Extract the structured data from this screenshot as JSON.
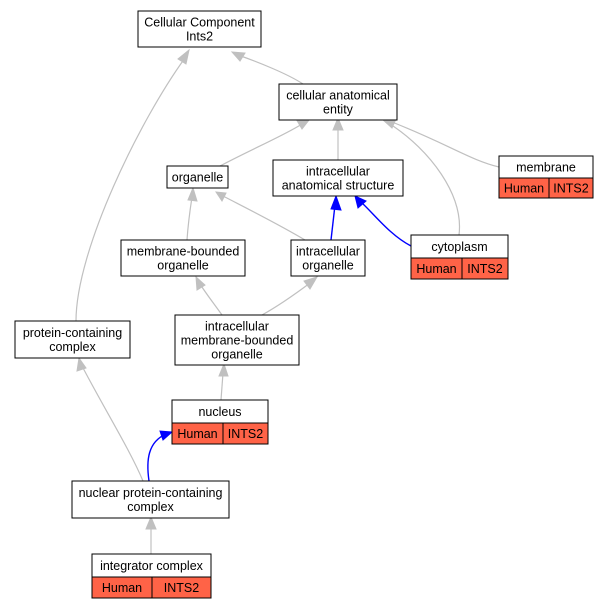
{
  "nodes": {
    "cc_root": {
      "lines": [
        "Cellular Component",
        "Ints2"
      ]
    },
    "cae": {
      "lines": [
        "cellular anatomical",
        "entity"
      ]
    },
    "membrane": {
      "lines": [
        "membrane"
      ],
      "annotation": {
        "species": "Human",
        "gene": "INTS2"
      }
    },
    "organelle": {
      "lines": [
        "organelle"
      ]
    },
    "ias": {
      "lines": [
        "intracellular",
        "anatomical structure"
      ]
    },
    "mbo": {
      "lines": [
        "membrane-bounded",
        "organelle"
      ]
    },
    "io": {
      "lines": [
        "intracellular",
        "organelle"
      ]
    },
    "cytoplasm": {
      "lines": [
        "cytoplasm"
      ],
      "annotation": {
        "species": "Human",
        "gene": "INTS2"
      }
    },
    "pcc": {
      "lines": [
        "protein-containing",
        "complex"
      ]
    },
    "imbo": {
      "lines": [
        "intracellular",
        "membrane-bounded",
        "organelle"
      ]
    },
    "nucleus": {
      "lines": [
        "nucleus"
      ],
      "annotation": {
        "species": "Human",
        "gene": "INTS2"
      }
    },
    "npcc": {
      "lines": [
        "nuclear protein-containing",
        "complex"
      ]
    },
    "integrator": {
      "lines": [
        "integrator complex"
      ],
      "annotation": {
        "species": "Human",
        "gene": "INTS2"
      }
    }
  },
  "edges": [
    {
      "from": "cae",
      "to": "cc_root",
      "color": "grey"
    },
    {
      "from": "pcc",
      "to": "cc_root",
      "color": "grey"
    },
    {
      "from": "organelle",
      "to": "cae",
      "color": "grey"
    },
    {
      "from": "ias",
      "to": "cae",
      "color": "grey"
    },
    {
      "from": "cytoplasm",
      "to": "cae",
      "color": "grey"
    },
    {
      "from": "membrane",
      "to": "cae",
      "color": "grey"
    },
    {
      "from": "mbo",
      "to": "organelle",
      "color": "grey"
    },
    {
      "from": "io",
      "to": "organelle",
      "color": "grey"
    },
    {
      "from": "io",
      "to": "ias",
      "color": "blue"
    },
    {
      "from": "cytoplasm",
      "to": "ias",
      "color": "blue"
    },
    {
      "from": "imbo",
      "to": "mbo",
      "color": "grey"
    },
    {
      "from": "imbo",
      "to": "io",
      "color": "grey"
    },
    {
      "from": "nucleus",
      "to": "imbo",
      "color": "grey"
    },
    {
      "from": "npcc",
      "to": "nucleus",
      "color": "blue"
    },
    {
      "from": "npcc",
      "to": "pcc",
      "color": "grey"
    },
    {
      "from": "integrator",
      "to": "npcc",
      "color": "grey"
    }
  ],
  "colors": {
    "annotation_fill": "#ff6347",
    "edge_grey": "#c0c0c0",
    "edge_blue": "#0000ff"
  }
}
